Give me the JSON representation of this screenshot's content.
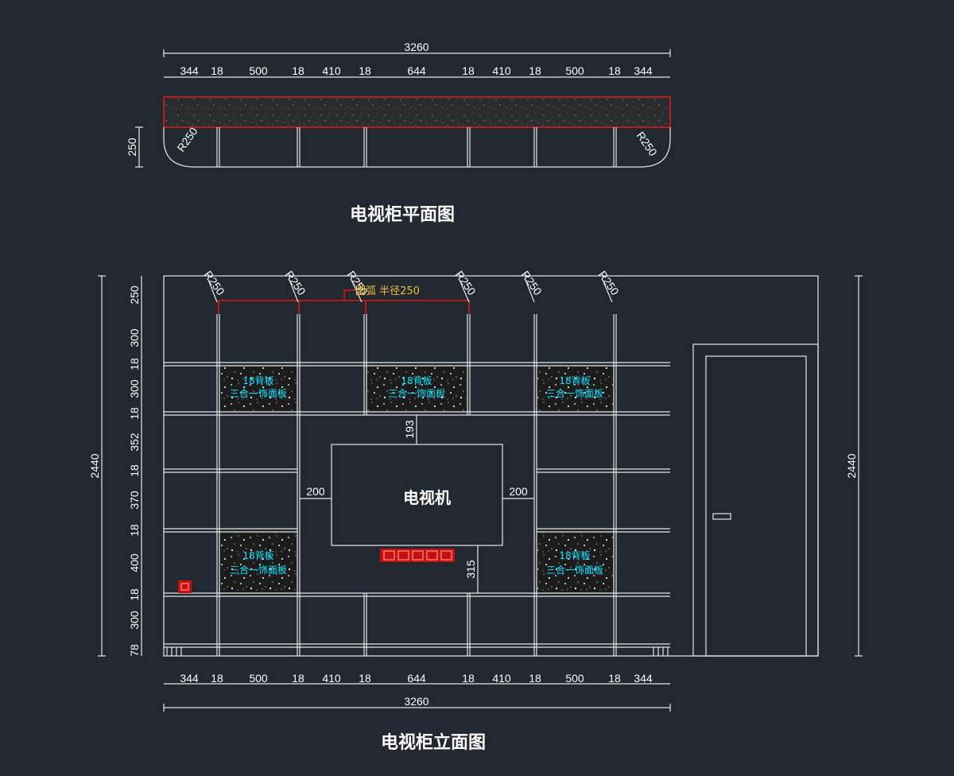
{
  "plan": {
    "total": "3260",
    "segments": [
      "344",
      "18",
      "500",
      "18",
      "410",
      "18",
      "644",
      "18",
      "410",
      "18",
      "500",
      "18",
      "344"
    ],
    "depth": "250",
    "radius_left": "R250",
    "radius_right": "R250",
    "title": "电视柜平面图"
  },
  "elevation": {
    "title": "电视柜立面图",
    "total_height": "2440",
    "total_height_right": "2440",
    "left_heights": [
      "250",
      "300",
      "18",
      "300",
      "18",
      "352",
      "18",
      "370",
      "18",
      "400",
      "18",
      "300",
      "78"
    ],
    "arc_radii": [
      "R250",
      "R250",
      "R250",
      "R250",
      "R250",
      "R250"
    ],
    "arc_note": "圆弧 半径250",
    "tv_label": "电视机",
    "gap_left": "200",
    "gap_right": "200",
    "gap_top": "193",
    "gap_bottom": "315",
    "panel_label": "18背板",
    "panel_sub": "三合一饰面板",
    "bottom_total": "3260",
    "bottom_segments": [
      "344",
      "18",
      "500",
      "18",
      "410",
      "18",
      "644",
      "18",
      "410",
      "18",
      "500",
      "18",
      "344"
    ]
  },
  "colors": {
    "background": "#212830",
    "lines": "#e8e8e8",
    "highlight": "#e01818",
    "annotation": "#f0c030",
    "panel_text": "#00e5ff"
  }
}
